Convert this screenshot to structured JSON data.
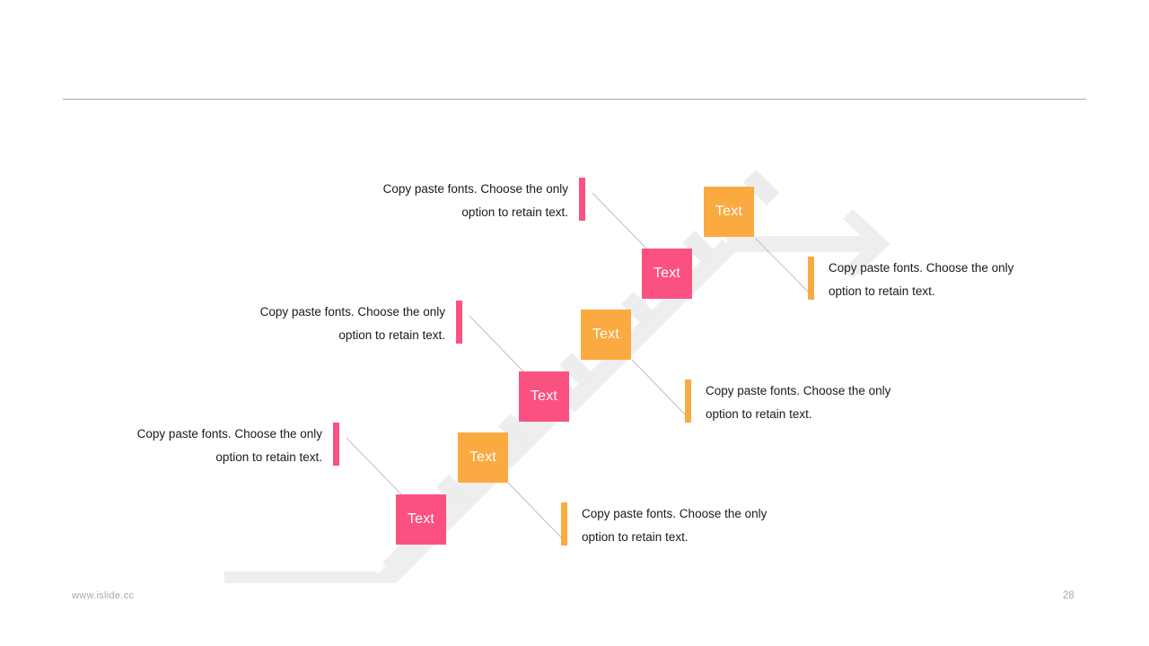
{
  "slide": {
    "footer_url": "www.islide.cc",
    "page_number": "28",
    "colors": {
      "pink": "#FB5180",
      "orange": "#FBAA42",
      "arrow_gray": "#EEEEEE",
      "connector_gray": "#BFBFBF",
      "rule_gray": "#A6A6A6",
      "footer_gray": "#A9A9A9"
    }
  },
  "steps": [
    {
      "label": "Text",
      "color": "#FB5180",
      "name": "step-box-1"
    },
    {
      "label": "Text",
      "color": "#FBAA42",
      "name": "step-box-2"
    },
    {
      "label": "Text",
      "color": "#FB5180",
      "name": "step-box-3"
    },
    {
      "label": "Text",
      "color": "#FBAA42",
      "name": "step-box-4"
    },
    {
      "label": "Text",
      "color": "#FB5180",
      "name": "step-box-5"
    },
    {
      "label": "Text",
      "color": "#FBAA42",
      "name": "step-box-6"
    }
  ],
  "callouts_left": [
    {
      "line1": "Copy paste fonts. Choose the only",
      "line2": "option to retain text.",
      "bar_color": "#FB5180"
    },
    {
      "line1": "Copy paste fonts. Choose the only",
      "line2": "option to retain text.",
      "bar_color": "#FB5180"
    },
    {
      "line1": "Copy paste fonts. Choose the only",
      "line2": "option to retain text.",
      "bar_color": "#FB5180"
    }
  ],
  "callouts_right": [
    {
      "line1": "Copy paste fonts. Choose the only",
      "line2": "option to retain text.",
      "bar_color": "#FBAA42"
    },
    {
      "line1": "Copy paste fonts. Choose the only",
      "line2": "option to retain text.",
      "bar_color": "#FBAA42"
    },
    {
      "line1": "Copy paste fonts. Choose the only",
      "line2": "option to retain text.",
      "bar_color": "#FBAA42"
    }
  ]
}
